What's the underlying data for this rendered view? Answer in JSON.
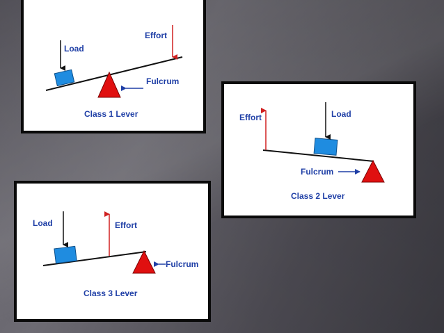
{
  "levers": [
    {
      "effort": "Effort",
      "load": "Load",
      "fulcrum": "Fulcrum",
      "title": "Class 1 Lever"
    },
    {
      "effort": "Effort",
      "load": "Load",
      "fulcrum": "Fulcrum",
      "title": "Class 2 Lever"
    },
    {
      "effort": "Effort",
      "load": "Load",
      "fulcrum": "Fulcrum",
      "title": "Class 3 Lever"
    }
  ],
  "colors": {
    "background": "#5a5860",
    "load_box": "#1f8ce0",
    "fulcrum": "#e01010",
    "effort_arrow": "#d02020",
    "label_blue": "#1f3fa6",
    "beam": "#111111"
  }
}
